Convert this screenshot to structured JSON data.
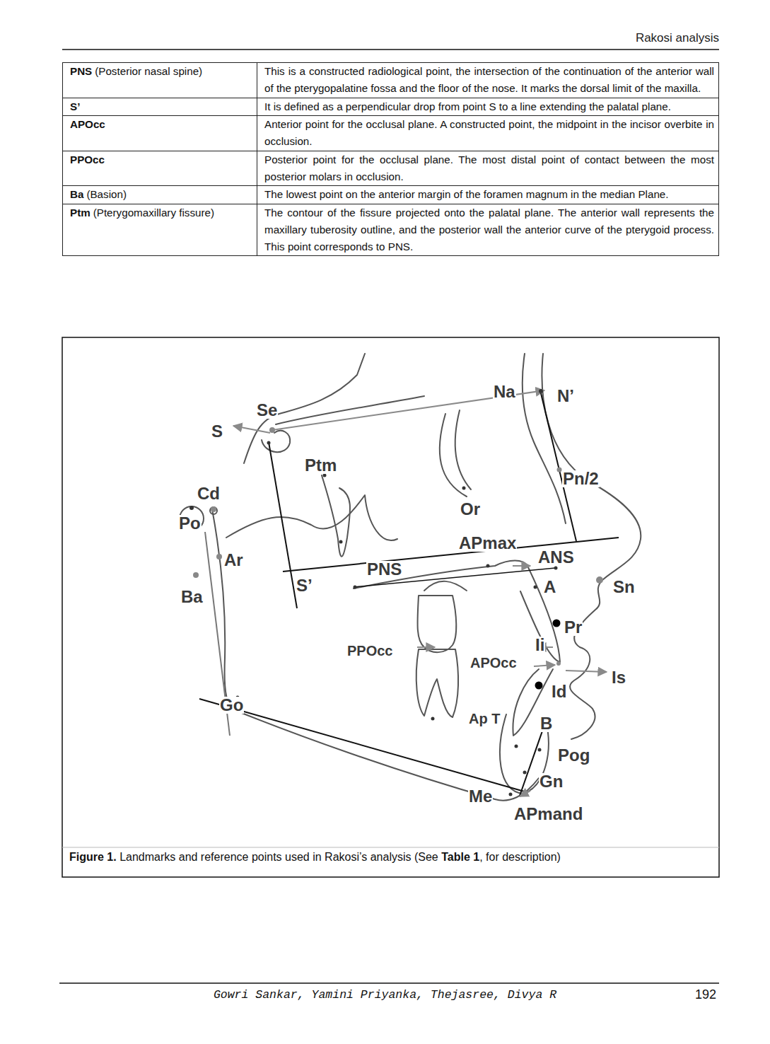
{
  "diagram": {
    "caption": "Figure 1. Landmarks and reference points used in Rakosi’s analysis (See Table 1, for description)",
    "labels": [
      "Rakosi analysis",
      "PNS",
      "(Posterior nasal spine)",
      "This is a constructed radiological point, the intersection of the continuation of the anterior wall of the pterygopalatine fossa and the floor of the nose. It marks the dorsal limit of the maxilla.",
      "S’",
      "It is defined as a perpendicular drop from point S to a line extending the palatal plane.",
      "APOcc",
      "Anterior point for the occlusal plane. A constructed point, the midpoint in the incisor overbite in occlusion.",
      "PPOcc",
      "Posterior point for the occlusal plane. The most distal point of contact between the most posterior molars in occlusion.",
      "Ba",
      "(Basion)",
      "The lowest point on the anterior margin of the foramen magnum in the median Plane.",
      "Ptm",
      "(Pterygomaxillary fissure)",
      "The contour of the fissure projected onto the palatal plane. The anterior wall represents the maxillary tuberosity outline, and the posterior wall the anterior curve of the pterygoid process. This point corresponds to PNS.",
      "Se",
      "S",
      "Na",
      "N’",
      "Ptm",
      "Cd",
      "Po",
      "Pn/2",
      "Or",
      "APmax",
      "ANS",
      "Ar",
      "Ba",
      "S’",
      "PNS",
      "Sn",
      "A",
      "Pr",
      "PPOcc",
      "Ii",
      "APOcc",
      "Is",
      "Id",
      "Go",
      "Ap T",
      "B",
      "Pog",
      "Gn",
      "Me",
      "APmand",
      "Gowri Sankar, Yamini Priyanka, Thejasree, Divya R",
      "192"
    ]
  }
}
